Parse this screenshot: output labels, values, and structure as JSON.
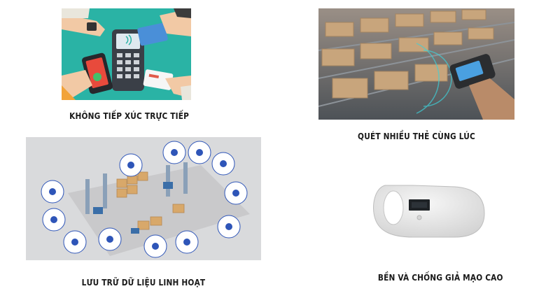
{
  "features": [
    {
      "caption": "KHÔNG TIẾP XÚC TRỰC TIẾP",
      "image": "contactless-payment-illustration"
    },
    {
      "caption": "QUÉT NHIỀU THẺ CÙNG LÚC",
      "image": "warehouse-conveyor-scanner-photo"
    },
    {
      "caption": "LƯU TRỮ DỮ LIỆU LINH HOẠT",
      "image": "warehouse-network-diagram"
    },
    {
      "caption": "BỀN VÀ CHỐNG GIẢ MẠO CAO",
      "image": "handheld-rfid-reader-photo"
    }
  ],
  "colors": {
    "teal": "#2ab3a5",
    "caption": "#1a1a1a",
    "reader_body": "#ececec"
  }
}
